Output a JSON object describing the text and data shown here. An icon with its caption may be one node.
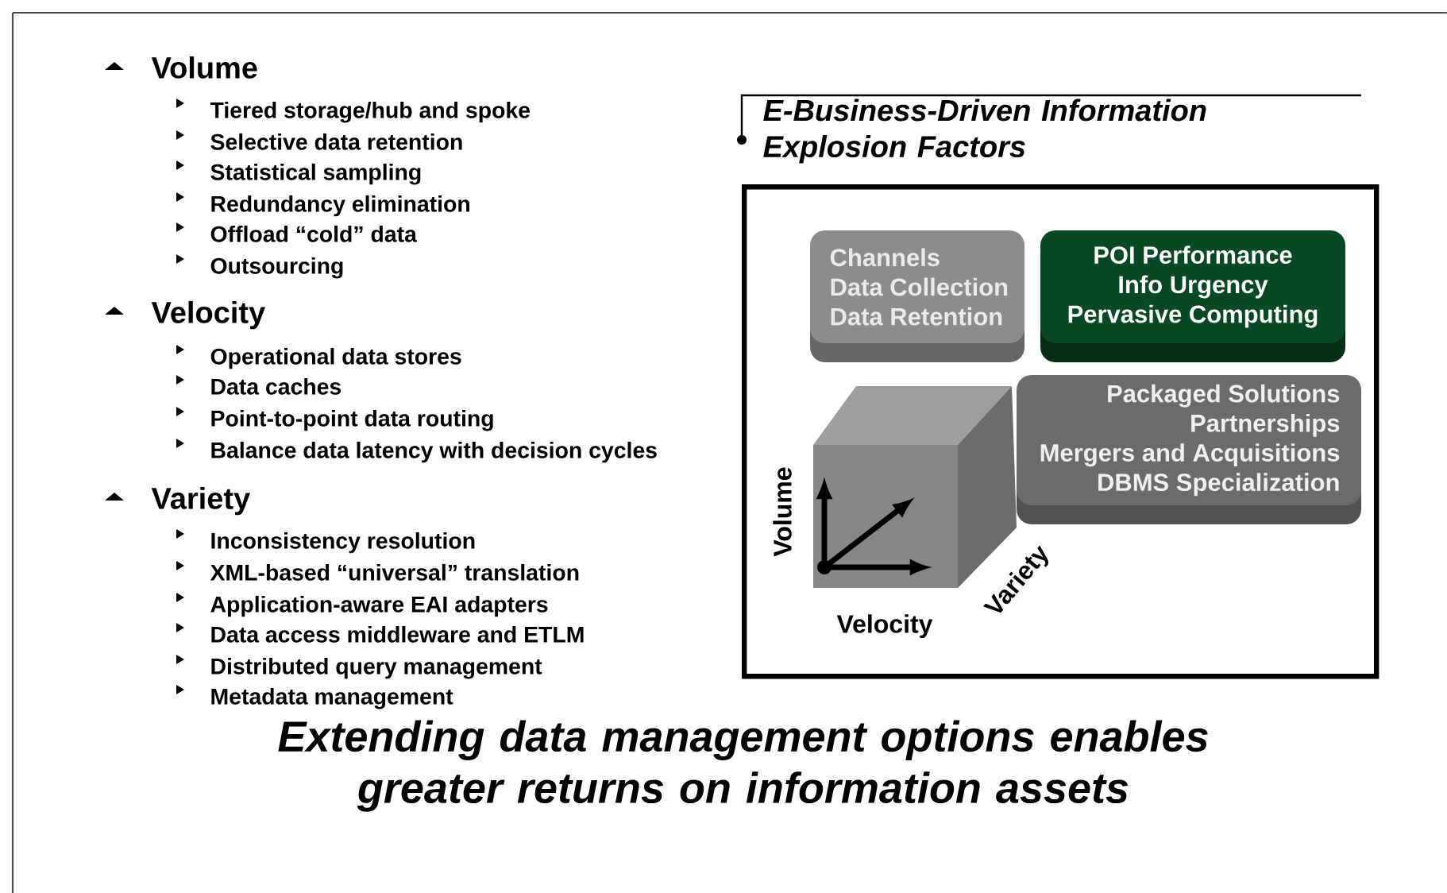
{
  "diagram": {
    "caption": "Extending data management options enables greater returns on information assets",
    "nodes": [
      {
        "text": [
          "E-Business-Driven Information Explosion Factors"
        ]
      },
      {
        "text": [
          "Channels",
          "Data Collection",
          "Data Retention"
        ],
        "in": 0
      },
      {
        "text": [
          "POI Performance",
          "Info Urgency",
          "Pervasive Computing"
        ],
        "in": 0
      },
      {
        "text": [
          "Packaged Solutions",
          "Partnerships",
          "Mergers and Acquisitions",
          "DBMS Specialization"
        ],
        "in": 0
      }
    ],
    "labels": [
      "Volume",
      "Tiered storage/hub and spoke",
      "Selective data retention",
      "Statistical sampling",
      "Redundancy elimination",
      "Offload “cold” data",
      "Outsourcing",
      "Velocity",
      "Operational data stores",
      "Data caches",
      "Point-to-point data routing",
      "Balance data latency with decision cycles",
      "Variety",
      "Inconsistency resolution",
      "XML-based “universal” translation",
      "Application-aware EAI adapters",
      "Data access middleware and ETLM",
      "Distributed query management",
      "Metadata management",
      "Volume",
      "Velocity",
      "Variety"
    ]
  }
}
